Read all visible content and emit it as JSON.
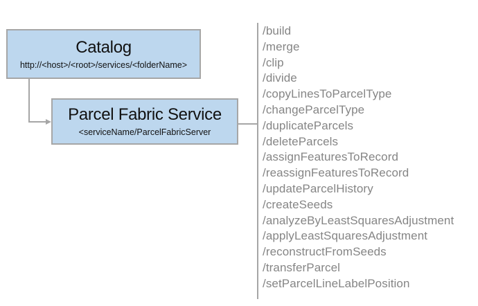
{
  "catalog_box": {
    "title": "Catalog",
    "subtitle": "http://<host>/<root>/services/<folderName>"
  },
  "service_box": {
    "title": "Parcel Fabric Service",
    "subtitle": "<serviceName/ParcelFabricServer"
  },
  "endpoints": [
    "/build",
    "/merge",
    "/clip",
    "/divide",
    "/copyLinesToParcelType",
    "/changeParcelType",
    "/duplicateParcels",
    "/deleteParcels",
    "/assignFeaturesToRecord",
    "/reassignFeaturesToRecord",
    "/updateParcelHistory",
    "/createSeeds",
    "/analyzeByLeastSquaresAdjustment",
    "/applyLeastSquaresAdjustment",
    "/reconstructFromSeeds",
    "/transferParcel",
    "/setParcelLineLabelPosition"
  ],
  "colors": {
    "background": "#ffffff",
    "box_fill": "#bdd7ee",
    "box_border": "#a6a6a6",
    "box_text": "#111111",
    "connector": "#a6a6a6",
    "list_text": "#858585"
  }
}
